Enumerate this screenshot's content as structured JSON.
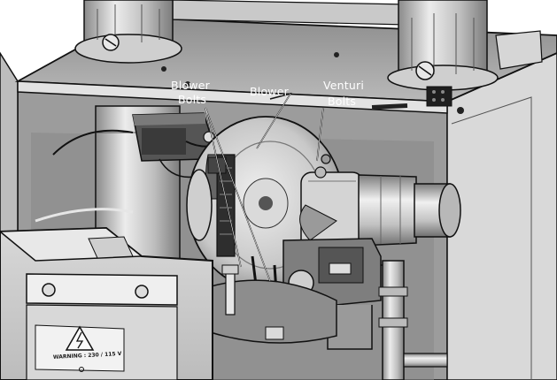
{
  "callouts": {
    "blower_bolts": {
      "line1": "Blower",
      "line2": "Bolts"
    },
    "blower": {
      "label": "Blower"
    },
    "venturi_bolts": {
      "line1": "Venturi",
      "line2": "Bolts"
    }
  },
  "warning_plate": {
    "text": "WARNING : 230 / 115 V",
    "symbol": "lightning-bolt-icon"
  },
  "colors": {
    "background": "#ffffff",
    "metal_light": "#cfcfcf",
    "metal_mid": "#9d9d9d",
    "metal_dark": "#3a3a3a",
    "outline": "#111111",
    "label_text": "#ffffff"
  }
}
